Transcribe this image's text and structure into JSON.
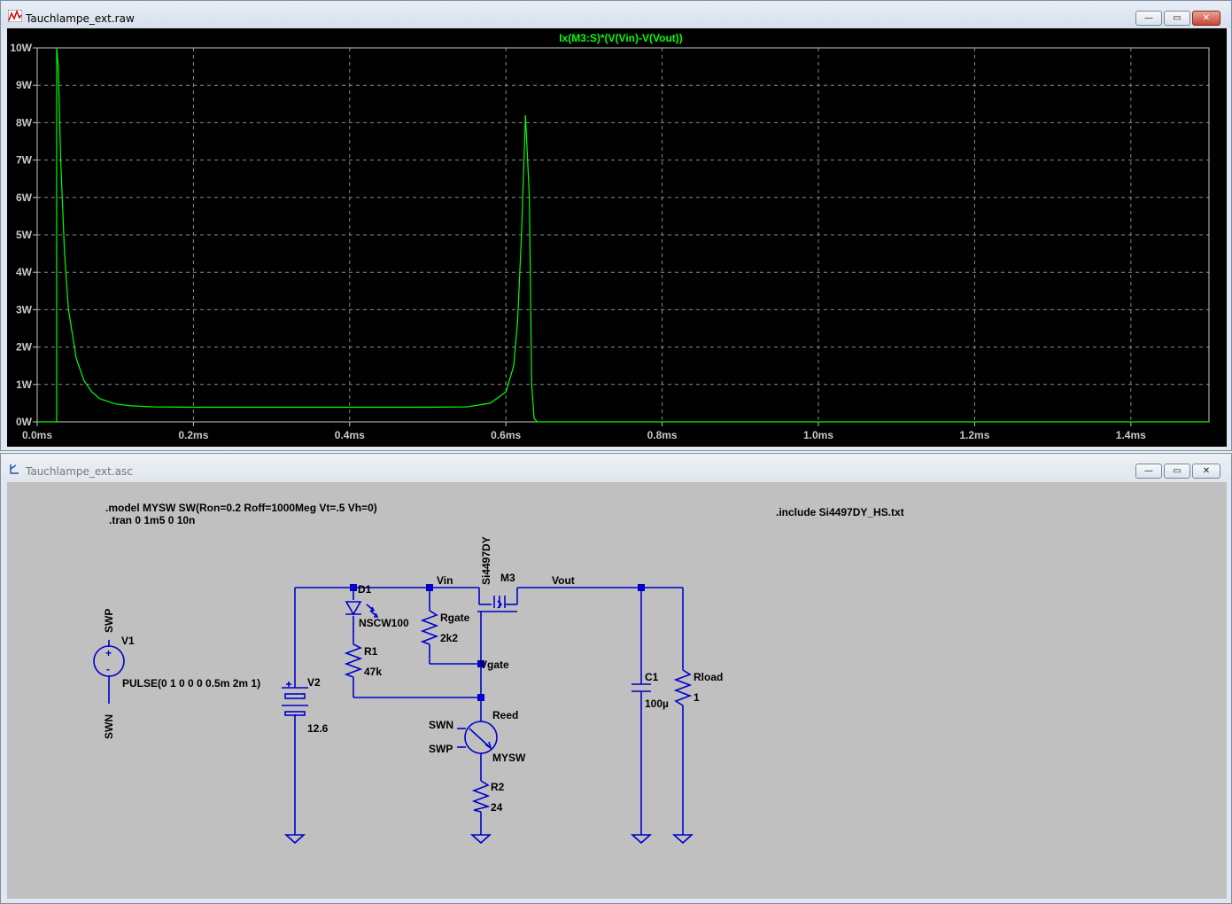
{
  "waveform_window": {
    "title": "Tauchlampe_ext.raw",
    "trace_label": "Ix(M3:S)*(V(Vin)-V(Vout))",
    "trace_color": "#00ff00",
    "y_ticks": [
      "10W",
      "9W",
      "8W",
      "7W",
      "6W",
      "5W",
      "4W",
      "3W",
      "2W",
      "1W",
      "0W"
    ],
    "x_ticks": [
      "0.0ms",
      "0.2ms",
      "0.4ms",
      "0.6ms",
      "0.8ms",
      "1.0ms",
      "1.2ms",
      "1.4ms"
    ],
    "controls": {
      "minimize": "—",
      "maximize": "▭",
      "close": "✕"
    }
  },
  "chart_data": {
    "type": "line",
    "title": "Ix(M3:S)*(V(Vin)-V(Vout))",
    "xlabel": "",
    "ylabel": "",
    "x_unit": "ms",
    "y_unit": "W",
    "xlim": [
      0,
      1.5
    ],
    "ylim": [
      0,
      10
    ],
    "grid": true,
    "series": [
      {
        "name": "Ix(M3:S)*(V(Vin)-V(Vout))",
        "color": "#00ff00",
        "x": [
          0.0,
          0.025,
          0.025,
          0.027,
          0.03,
          0.035,
          0.04,
          0.05,
          0.06,
          0.07,
          0.08,
          0.1,
          0.12,
          0.15,
          0.2,
          0.3,
          0.4,
          0.5,
          0.55,
          0.58,
          0.6,
          0.61,
          0.615,
          0.62,
          0.625,
          0.63,
          0.633,
          0.636,
          0.64,
          0.7,
          0.8,
          1.0,
          1.2,
          1.4,
          1.5
        ],
        "y": [
          0.0,
          0.0,
          10.0,
          9.5,
          7.0,
          4.5,
          3.0,
          1.7,
          1.1,
          0.8,
          0.62,
          0.48,
          0.43,
          0.4,
          0.39,
          0.39,
          0.39,
          0.39,
          0.4,
          0.5,
          0.8,
          1.5,
          2.7,
          5.0,
          8.2,
          6.0,
          1.0,
          0.1,
          0.0,
          0.0,
          0.0,
          0.0,
          0.0,
          0.0,
          0.0
        ]
      }
    ]
  },
  "schematic_window": {
    "title": "Tauchlampe_ext.asc",
    "controls": {
      "minimize": "—",
      "maximize": "▭",
      "close": "✕"
    },
    "directives": {
      "model": ".model MYSW SW(Ron=0.2 Roff=1000Meg Vt=.5 Vh=0)",
      "tran": ".tran 0 1m5 0 10n",
      "include": ".include Si4497DY_HS.txt"
    },
    "components": {
      "v1": {
        "name": "V1",
        "value": "PULSE(0 1 0 0 0 0.5m 2m 1)",
        "plus_net": "SWP",
        "minus_net": "SWN"
      },
      "v2": {
        "name": "V2",
        "value": "12.6"
      },
      "d1": {
        "name": "D1",
        "value": "NSCW100"
      },
      "r1": {
        "name": "R1",
        "value": "47k"
      },
      "rgate": {
        "name": "Rgate",
        "value": "2k2"
      },
      "m3": {
        "name": "M3",
        "value": "Si4497DY"
      },
      "reed": {
        "name": "Reed",
        "value": "MYSW",
        "ctrl_n": "SWN",
        "ctrl_p": "SWP"
      },
      "r2": {
        "name": "R2",
        "value": "24"
      },
      "c1": {
        "name": "C1",
        "value": "100µ"
      },
      "rload": {
        "name": "Rload",
        "value": "1"
      }
    },
    "nets": {
      "vin": "Vin",
      "vout": "Vout",
      "vgate": "Vgate"
    },
    "wire_color": "#0000cc"
  }
}
